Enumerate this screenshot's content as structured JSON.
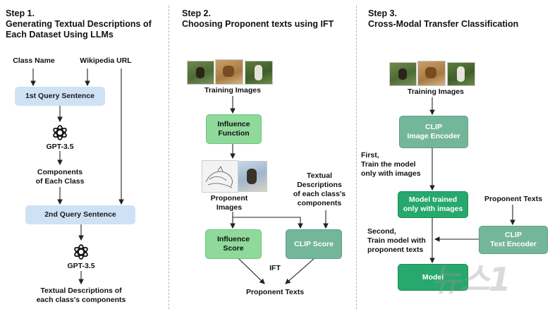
{
  "step1": {
    "title_line1": "Step 1.",
    "title_line2": "Generating Textual Descriptions of",
    "title_line3": "Each Dataset Using LLMs",
    "class_name": "Class Name",
    "wikipedia_url": "Wikipedia URL",
    "first_query": "1st Query Sentence",
    "gpt_label_1": "GPT-3.5",
    "components_line1": "Components",
    "components_line2": "of Each Class",
    "second_query": "2nd Query Sentence",
    "gpt_label_2": "GPT-3.5",
    "output_line1": "Textual Descriptions of",
    "output_line2": "each class's components"
  },
  "step2": {
    "title_line1": "Step 2.",
    "title_line2": "Choosing Proponent texts using IFT",
    "training_images": "Training Images",
    "influence_function_line1": "Influence",
    "influence_function_line2": "Function",
    "proponent_images_line1": "Proponent",
    "proponent_images_line2": "Images",
    "textual_line1": "Textual",
    "textual_line2": "Descriptions",
    "textual_line3": "of each class's",
    "textual_line4": "components",
    "influence_score_line1": "Influence",
    "influence_score_line2": "Score",
    "clip_score": "CLIP Score",
    "ift": "IFT",
    "proponent_texts": "Proponent Texts"
  },
  "step3": {
    "title_line1": "Step 3.",
    "title_line2": "Cross-Modal Transfer Classification",
    "training_images": "Training Images",
    "clip_image_line1": "CLIP",
    "clip_image_line2": "Image Encoder",
    "first_line1": "First,",
    "first_line2": "Train the model",
    "first_line3": "only with images",
    "model_trained_line1": "Model trained",
    "model_trained_line2": "only with images",
    "proponent_texts": "Proponent Texts",
    "second_line1": "Second,",
    "second_line2": "Train model with",
    "second_line3": "proponent texts",
    "clip_text_line1": "CLIP",
    "clip_text_line2": "Text Encoder",
    "model": "Model"
  },
  "watermark": "뉴스1",
  "colors": {
    "query_box": "#cfe2f5",
    "light_green": "#8fd99b",
    "mid_green": "#74b69a",
    "dark_green": "#27a86c"
  }
}
